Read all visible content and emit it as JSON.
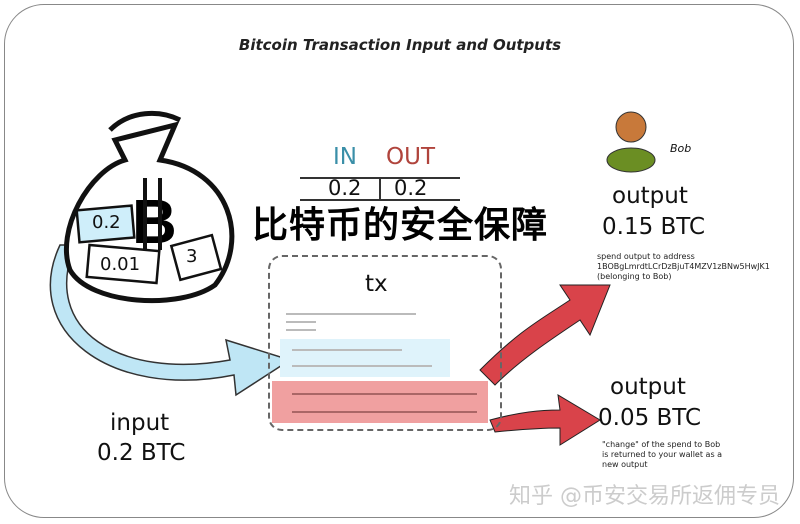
{
  "title": "Bitcoin Transaction Input and Outputs",
  "in_label": "IN",
  "out_label": "OUT",
  "in_value": "0.2",
  "out_value": "0.2",
  "bag": {
    "coin_a": "0.2",
    "coin_b": "0.01",
    "coin_c": "3"
  },
  "tx_label": "tx",
  "input": {
    "label": "input",
    "amount": "0.2 BTC"
  },
  "bob": {
    "name": "Bob"
  },
  "output1": {
    "label": "output",
    "amount": "0.15 BTC",
    "note1": "spend output to address",
    "note2": "1BOBgLmrdtLCrDzBjuT4MZV1zBNw5HwJK1",
    "note3": "(belonging to Bob)"
  },
  "output2": {
    "label": "output",
    "amount": "0.05 BTC",
    "note1": "\"change\" of the spend to Bob",
    "note2": "is returned to your wallet as a",
    "note3": "new output"
  },
  "overlay_text": "比特币的安全保障",
  "watermark": "知乎 @币安交易所返佣专员",
  "colors": {
    "in": "#3a8fa8",
    "out": "#b0443c",
    "input_highlight": "#dff3fb",
    "output_highlight": "#f0a0a0",
    "arrow_red": "#d9434a",
    "arrow_blue": "#bfe6f5"
  }
}
